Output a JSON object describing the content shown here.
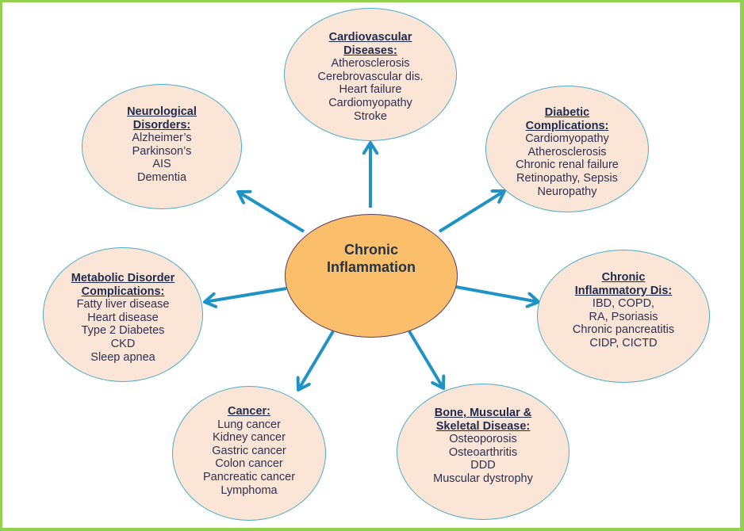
{
  "diagram": {
    "title": "Chronic Inflammation and associated diseases",
    "colors": {
      "border": "#92d050",
      "arrow": "#1f93c4",
      "center_fill": "#fbbf6c",
      "node_fill": "#fbe5d6",
      "node_outline": "#4bacc6"
    },
    "center": {
      "lines": [
        "Chronic",
        "Inflammation"
      ]
    },
    "nodes": [
      {
        "id": "cardiovascular",
        "title_lines": [
          "Cardiovascular",
          "Diseases:"
        ],
        "items": [
          "Atherosclerosis",
          "Cerebrovascular dis.",
          "Heart failure",
          "Cardiomyopathy",
          "Stroke"
        ]
      },
      {
        "id": "neurological",
        "title_lines": [
          "Neurological",
          "Disorders:"
        ],
        "items": [
          "Alzheimer’s",
          "Parkinson’s",
          "AIS",
          "Dementia"
        ]
      },
      {
        "id": "diabetic",
        "title_lines": [
          "Diabetic",
          "Complications:"
        ],
        "items": [
          "Cardiomyopathy",
          "Atherosclerosis",
          "Chronic renal failure",
          "Retinopathy, Sepsis",
          "Neuropathy"
        ]
      },
      {
        "id": "metabolic",
        "title_lines": [
          "Metabolic Disorder",
          "Complications:"
        ],
        "items": [
          "Fatty liver disease",
          "Heart disease",
          "Type 2 Diabetes",
          "CKD",
          "Sleep apnea"
        ]
      },
      {
        "id": "inflammatory",
        "title_lines": [
          "Chronic",
          "Inflammatory Dis:"
        ],
        "items": [
          "IBD, COPD,",
          "RA, Psoriasis",
          "Chronic pancreatitis",
          "CIDP, CICTD"
        ]
      },
      {
        "id": "cancer",
        "title_lines": [
          "Cancer:"
        ],
        "items": [
          "Lung cancer",
          "Kidney cancer",
          "Gastric cancer",
          "Colon cancer",
          "Pancreatic cancer",
          "Lymphoma"
        ]
      },
      {
        "id": "bone",
        "title_lines": [
          "Bone, Muscular &",
          "Skeletal Disease:"
        ],
        "items": [
          "Osteoporosis",
          "Osteoarthritis",
          "DDD",
          "Muscular dystrophy"
        ]
      }
    ]
  }
}
